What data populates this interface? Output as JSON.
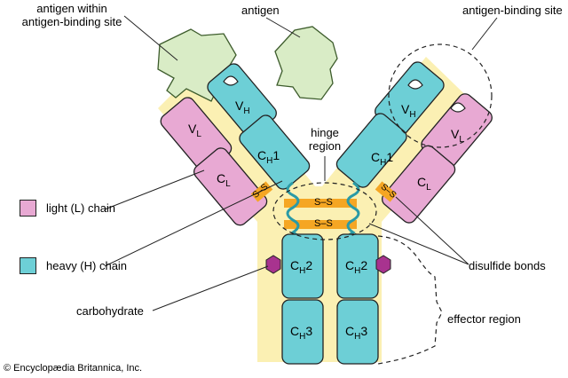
{
  "labels": {
    "antigen_within_line1": "antigen within",
    "antigen_within_line2": "antigen-binding site",
    "antigen": "antigen",
    "antigen_binding_site": "antigen-binding site",
    "hinge_line1": "hinge",
    "hinge_line2": "region",
    "light_chain": "light (L) chain",
    "heavy_chain": "heavy (H) chain",
    "carbohydrate": "carbohydrate",
    "disulfide_bonds": "disulfide bonds",
    "effector_region": "effector region",
    "copyright": "© Encyclopædia Britannica, Inc."
  },
  "domains": {
    "v": "V",
    "c": "C",
    "h": "H",
    "l": "L",
    "one": "1",
    "two": "2",
    "three": "3"
  },
  "bonds": {
    "ss": "S–S"
  },
  "colors": {
    "background": "#ffffff",
    "yellow_region": "#fbf0b3",
    "light_chain": "#e8a9d3",
    "heavy_chain": "#6dcfd6",
    "antigen": "#d9ecc6",
    "antigen_stroke": "#3d5c2c",
    "carbohydrate": "#a8338f",
    "disulfide": "#f5a623",
    "outline": "#222222"
  }
}
